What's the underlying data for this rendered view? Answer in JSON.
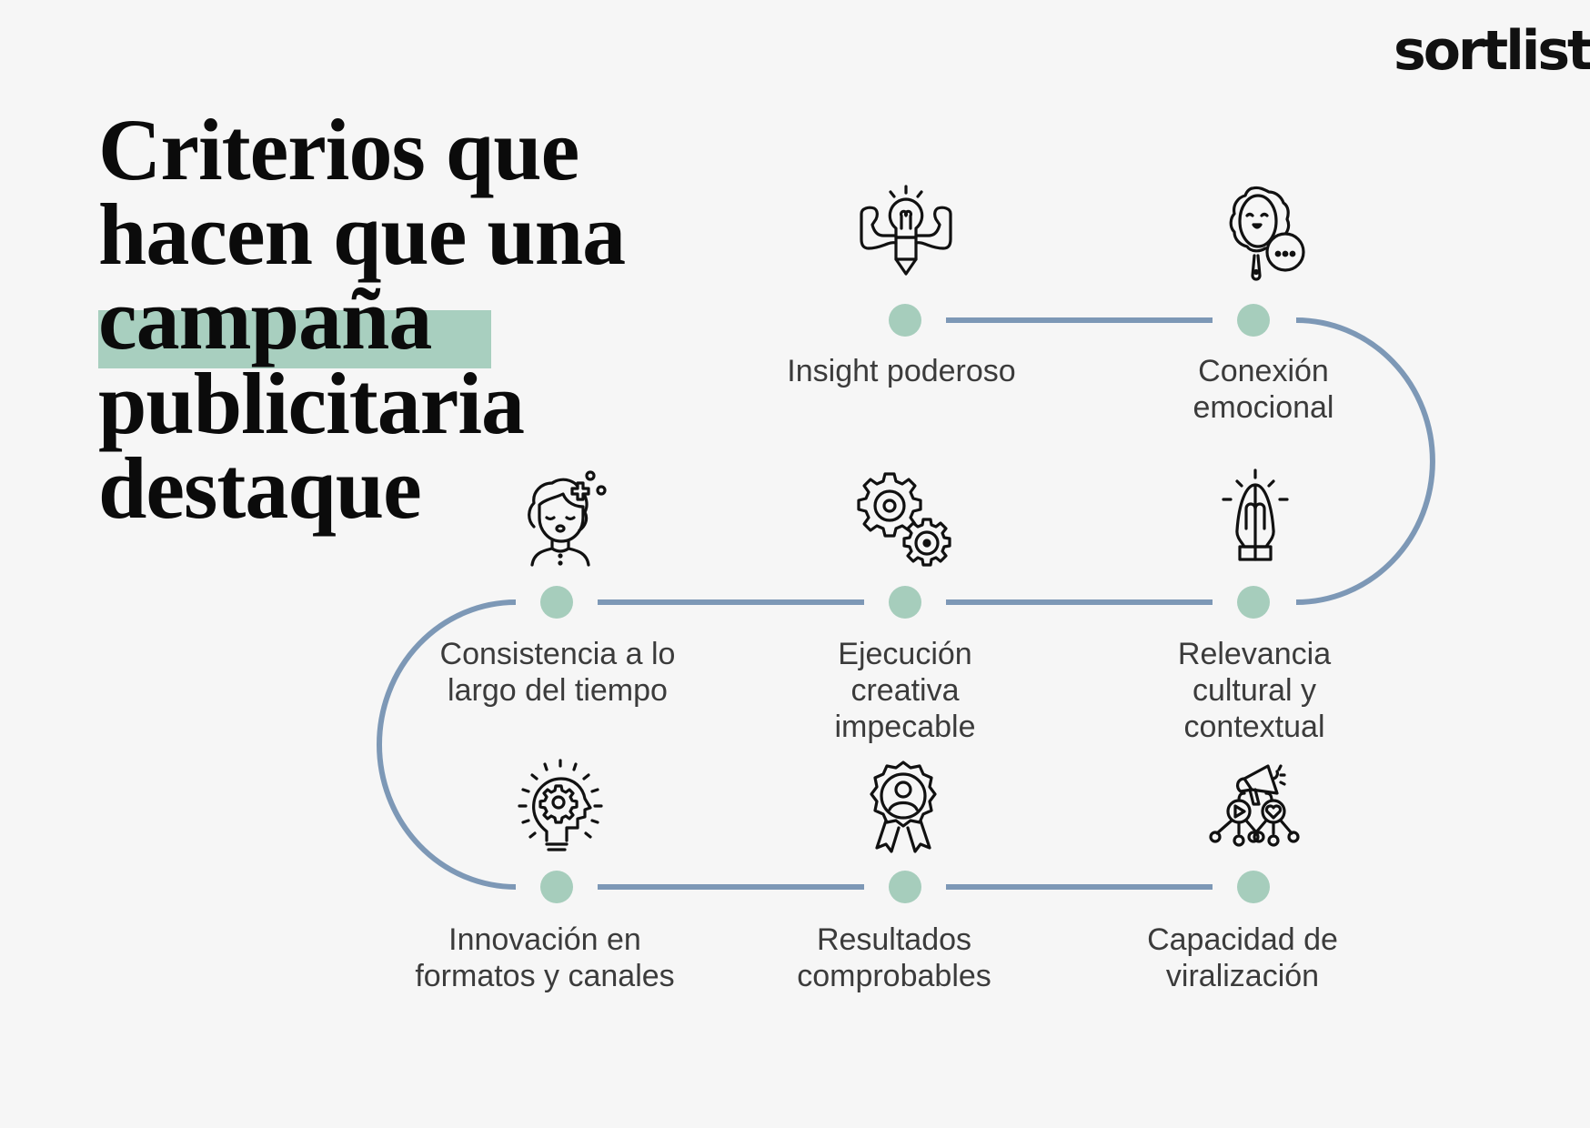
{
  "brand": {
    "logo_text": "sortlist"
  },
  "title": {
    "lines": [
      "Criterios que",
      "hacen que una",
      "campaña",
      "publicitaria",
      "destaque"
    ],
    "highlighted_word": "campaña",
    "highlight_color": "#a8cfbf"
  },
  "colors": {
    "background": "#f6f6f6",
    "path_line": "#7d98b6",
    "dot": "#a6cdbc",
    "label_text": "#3b3b3b",
    "title_text": "#0b0b0b"
  },
  "steps": [
    {
      "order": 1,
      "icon": "strong-lightbulb-icon",
      "label_lines": [
        "Insight poderoso"
      ]
    },
    {
      "order": 2,
      "icon": "mirror-speech-icon",
      "label_lines": [
        "Conexión",
        "emocional"
      ]
    },
    {
      "order": 3,
      "icon": "praying-hands-icon",
      "label_lines": [
        "Relevancia",
        "cultural y",
        "contextual"
      ]
    },
    {
      "order": 4,
      "icon": "gears-icon",
      "label_lines": [
        "Ejecución",
        "creativa",
        "impecable"
      ]
    },
    {
      "order": 5,
      "icon": "woman-sparkles-icon",
      "label_lines": [
        "Consistencia a lo",
        "largo del tiempo"
      ]
    },
    {
      "order": 6,
      "icon": "head-lightbulb-gear-icon",
      "label_lines": [
        "Innovación en",
        "formatos y canales"
      ]
    },
    {
      "order": 7,
      "icon": "award-badge-icon",
      "label_lines": [
        "Resultados",
        "comprobables"
      ]
    },
    {
      "order": 8,
      "icon": "megaphone-network-icon",
      "label_lines": [
        "Capacidad de",
        "viralización"
      ]
    }
  ]
}
